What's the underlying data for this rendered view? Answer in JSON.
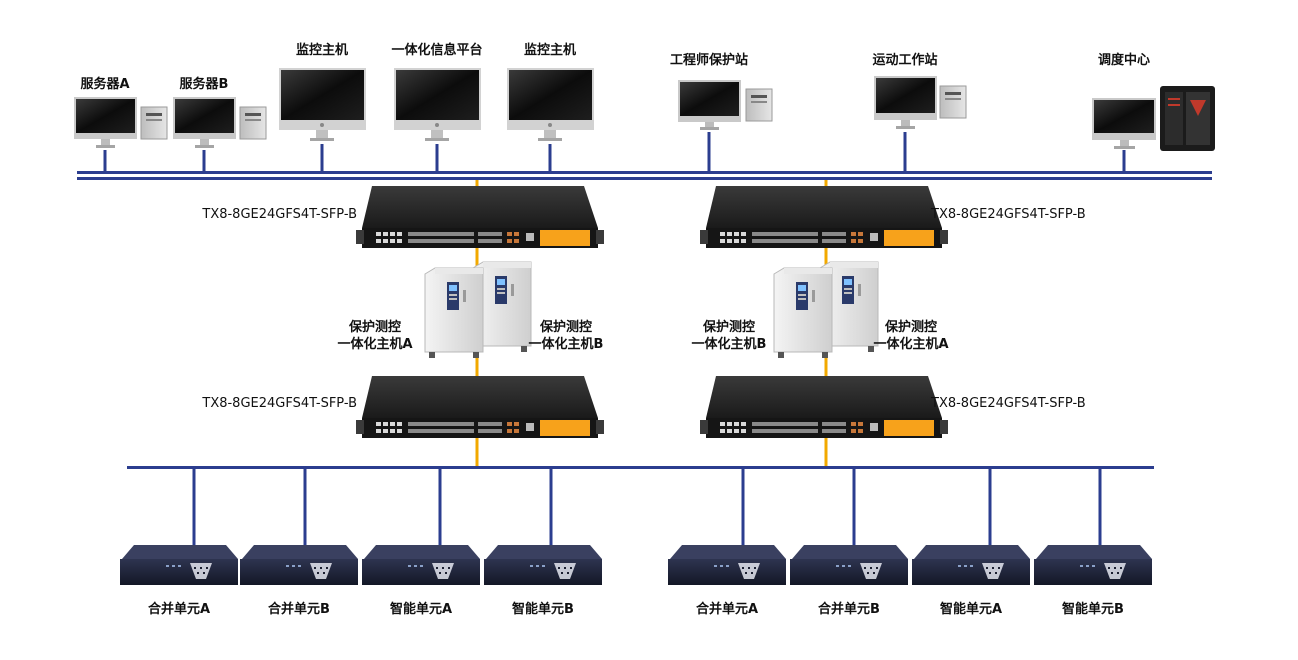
{
  "stations": [
    {
      "label": "服务器A"
    },
    {
      "label": "服务器B"
    },
    {
      "label": "监控主机"
    },
    {
      "label": "一体化信息平台"
    },
    {
      "label": "监控主机"
    },
    {
      "label": "工程师保护站"
    },
    {
      "label": "运动工作站"
    },
    {
      "label": "调度中心"
    }
  ],
  "switches": [
    {
      "label": "TX8-8GE24GFS4T-SFP-B"
    },
    {
      "label": "TX8-8GE24GFS4T-SFP-B"
    },
    {
      "label": "TX8-8GE24GFS4T-SFP-B"
    },
    {
      "label": "TX8-8GE24GFS4T-SFP-B"
    }
  ],
  "protection_units": [
    {
      "line1": "保护测控",
      "line2": "一体化主机A"
    },
    {
      "line1": "保护测控",
      "line2": "一体化主机B"
    },
    {
      "line1": "保护测控",
      "line2": "一体化主机B"
    },
    {
      "line1": "保护测控",
      "line2": "一体化主机A"
    }
  ],
  "bay_units": [
    {
      "label": "合并单元A"
    },
    {
      "label": "合并单元B"
    },
    {
      "label": "智能单元A"
    },
    {
      "label": "智能单元B"
    },
    {
      "label": "合并单元A"
    },
    {
      "label": "合并单元B"
    },
    {
      "label": "智能单元A"
    },
    {
      "label": "智能单元B"
    }
  ],
  "colors": {
    "bus": "#2b3d8f",
    "link": "#f2a900",
    "switch_body": "#2a2a2a",
    "switch_port_panel": "#f7a21b"
  }
}
